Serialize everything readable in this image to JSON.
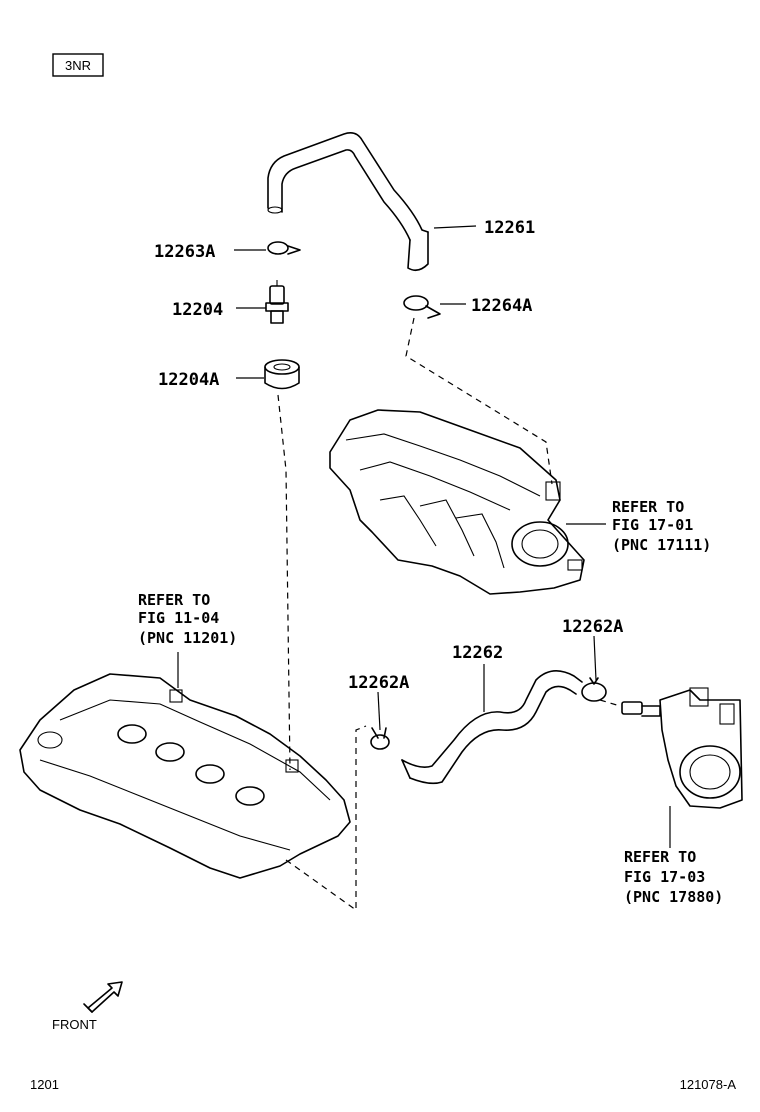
{
  "engine_badge": "3NR",
  "parts": {
    "hose_upper": "12261",
    "clip_upper_left": "12263A",
    "pcv_valve": "12204",
    "grommet": "12204A",
    "clip_upper_right": "12264A",
    "hose_lower": "12262",
    "clamp_lower_left": "12262A",
    "clamp_lower_right": "12262A"
  },
  "references": {
    "intake_manifold": [
      "REFER TO",
      "FIG 17-01",
      "(PNC 17111)"
    ],
    "cylinder_head_cover": [
      "REFER TO",
      "FIG 11-04",
      "(PNC 11201)"
    ],
    "throttle_body": [
      "REFER TO",
      "FIG 17-03",
      "(PNC 17880)"
    ]
  },
  "front_label": "FRONT",
  "page_code": "1201",
  "figure_id": "121078-A"
}
